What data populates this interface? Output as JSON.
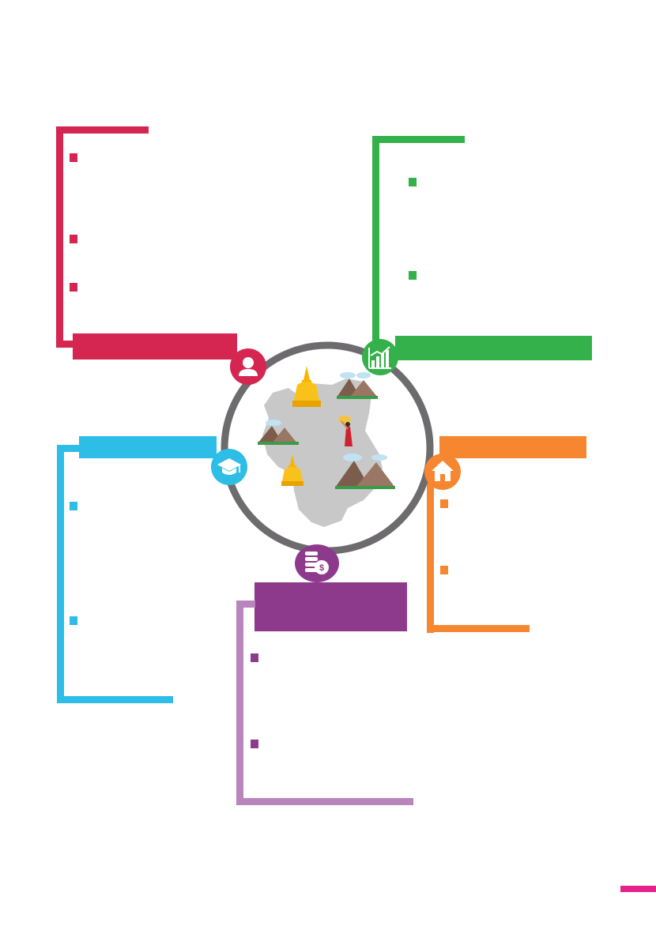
{
  "colors": {
    "crimson": "#D42650",
    "green": "#34B14A",
    "cyan": "#2DBDE6",
    "orange": "#F68630",
    "purple": "#8E3A8C",
    "lavender": "#B885BC",
    "ring": "#6D6B6E",
    "map": "#C8C8C8",
    "accent": "#E8208A"
  },
  "sections": [
    {
      "id": "people",
      "color": "crimson",
      "icon": "person-icon",
      "bullets": 3
    },
    {
      "id": "economy",
      "color": "green",
      "icon": "bar-chart-icon",
      "bullets": 2
    },
    {
      "id": "education",
      "color": "cyan",
      "icon": "graduation-cap-icon",
      "bullets": 2
    },
    {
      "id": "housing",
      "color": "orange",
      "icon": "home-icon",
      "bullets": 2
    },
    {
      "id": "finance",
      "color": "purple",
      "icon": "coins-icon",
      "bullets": 2
    }
  ],
  "center": {
    "illustration": "province-map-with-pagodas-mountains-dancer"
  }
}
